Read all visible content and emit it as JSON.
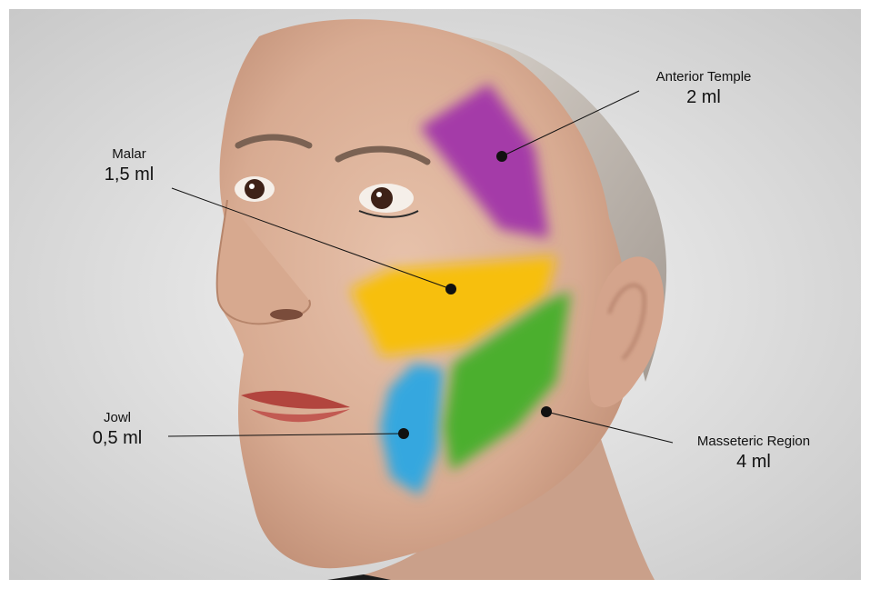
{
  "regions": [
    {
      "id": "anterior-temple",
      "name": "Anterior Temple",
      "volume": "2 ml",
      "color": "#a43ba8"
    },
    {
      "id": "malar",
      "name": "Malar",
      "volume": "1,5 ml",
      "color": "#f7bf0f"
    },
    {
      "id": "jowl",
      "name": "Jowl",
      "volume": "0,5 ml",
      "color": "#34a7df"
    },
    {
      "id": "masseteric-region",
      "name": "Masseteric Region",
      "volume": "4 ml",
      "color": "#4caf2f"
    }
  ]
}
